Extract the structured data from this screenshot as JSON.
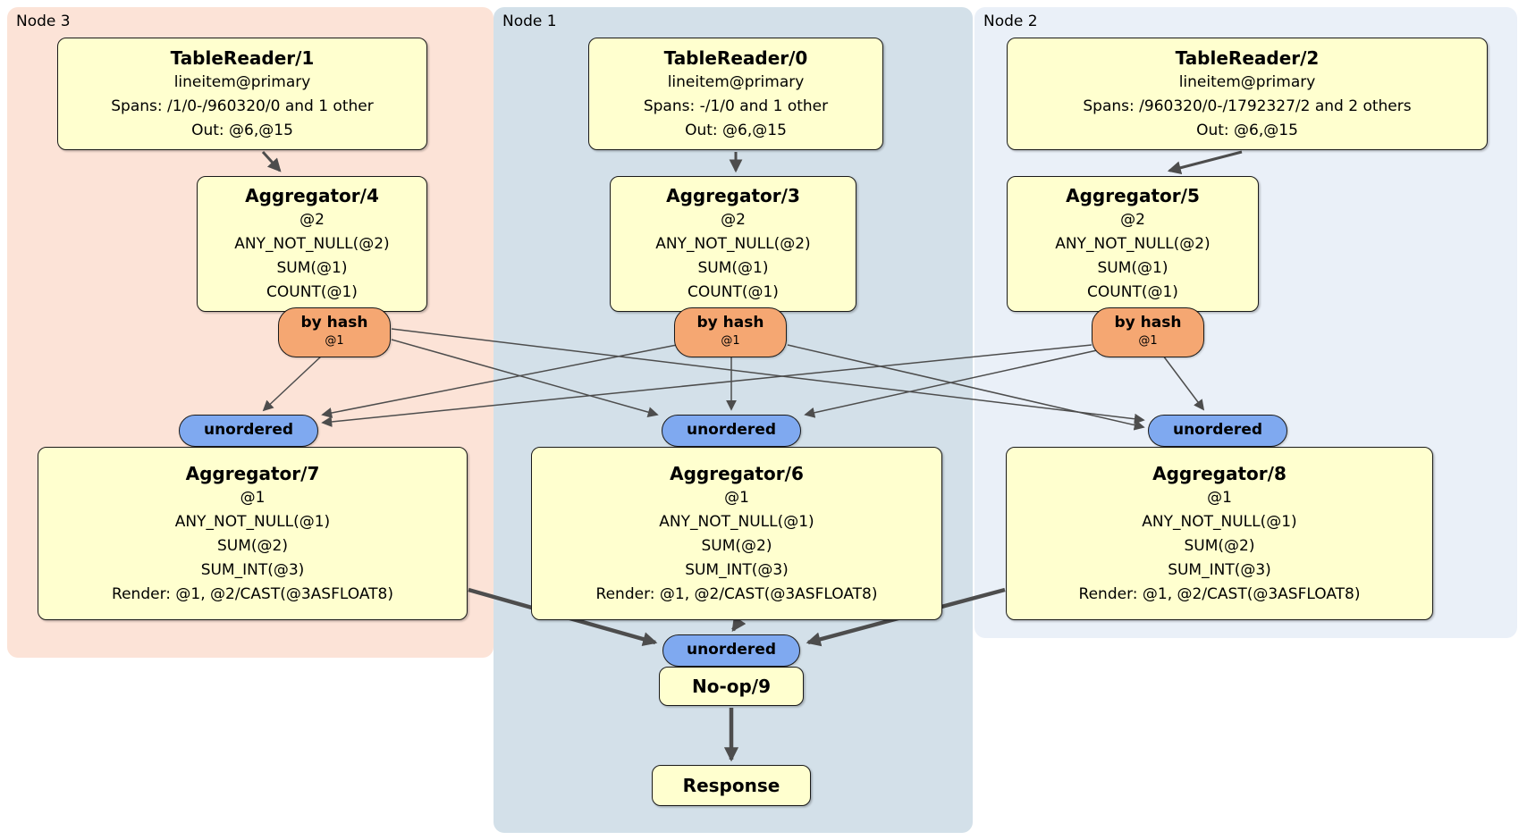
{
  "regions": {
    "node3": {
      "label": "Node 3"
    },
    "node1": {
      "label": "Node 1"
    },
    "node2": {
      "label": "Node 2"
    }
  },
  "processors": {
    "tr1": {
      "title": "TableReader/1",
      "index": "lineitem@primary",
      "spans": "Spans: /1/0-/960320/0 and 1 other",
      "out": "Out: @6,@15"
    },
    "tr0": {
      "title": "TableReader/0",
      "index": "lineitem@primary",
      "spans": "Spans: -/1/0 and 1 other",
      "out": "Out: @6,@15"
    },
    "tr2": {
      "title": "TableReader/2",
      "index": "lineitem@primary",
      "spans": "Spans: /960320/0-/1792327/2 and 2 others",
      "out": "Out: @6,@15"
    },
    "agg4": {
      "title": "Aggregator/4",
      "group": "@2",
      "f1": "ANY_NOT_NULL(@2)",
      "f2": "SUM(@1)",
      "f3": "COUNT(@1)"
    },
    "agg3": {
      "title": "Aggregator/3",
      "group": "@2",
      "f1": "ANY_NOT_NULL(@2)",
      "f2": "SUM(@1)",
      "f3": "COUNT(@1)"
    },
    "agg5": {
      "title": "Aggregator/5",
      "group": "@2",
      "f1": "ANY_NOT_NULL(@2)",
      "f2": "SUM(@1)",
      "f3": "COUNT(@1)"
    },
    "agg7": {
      "title": "Aggregator/7",
      "group": "@1",
      "f1": "ANY_NOT_NULL(@1)",
      "f2": "SUM(@2)",
      "f3": "SUM_INT(@3)",
      "render": "Render: @1, @2/CAST(@3ASFLOAT8)"
    },
    "agg6": {
      "title": "Aggregator/6",
      "group": "@1",
      "f1": "ANY_NOT_NULL(@1)",
      "f2": "SUM(@2)",
      "f3": "SUM_INT(@3)",
      "render": "Render: @1, @2/CAST(@3ASFLOAT8)"
    },
    "agg8": {
      "title": "Aggregator/8",
      "group": "@1",
      "f1": "ANY_NOT_NULL(@1)",
      "f2": "SUM(@2)",
      "f3": "SUM_INT(@3)",
      "render": "Render: @1, @2/CAST(@3ASFLOAT8)"
    },
    "noop": {
      "title": "No-op/9"
    },
    "response": {
      "title": "Response"
    }
  },
  "router": {
    "label": "by hash",
    "key": "@1"
  },
  "sync": {
    "label": "unordered"
  },
  "colors": {
    "region_node3": "#fce3d7",
    "region_node1": "#d3e0e9",
    "region_node2": "#eaf0f8",
    "processor_fill": "#ffffcf",
    "router_fill": "#f5a772",
    "sync_fill": "#7fa9f0",
    "edge": "#4d4d4d"
  }
}
